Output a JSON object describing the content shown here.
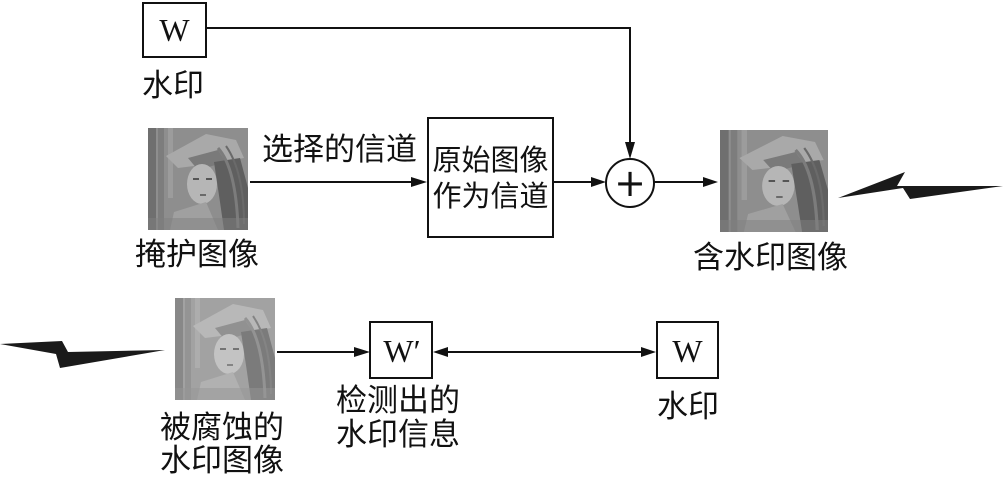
{
  "embedding": {
    "watermark": {
      "box_label": "W",
      "label": "水印"
    },
    "cover": {
      "label": "掩护图像"
    },
    "channel_arrow_label": "选择的信道",
    "channel_box": {
      "line1": "原始图像",
      "line2": "作为信道"
    },
    "adder": "+",
    "watermarked": {
      "label": "含水印图像"
    }
  },
  "detection": {
    "corrupted": {
      "label_line1": "被腐蚀的",
      "label_line2": "水印图像"
    },
    "detected": {
      "box_label": "W′",
      "label_line1": "检测出的",
      "label_line2": "水印信息"
    },
    "original": {
      "box_label": "W",
      "label": "水印"
    }
  },
  "icons": {
    "attack_top": "lightning-icon",
    "attack_bottom": "lightning-icon",
    "images": "lena-image"
  },
  "colors": {
    "line": "#111111",
    "background": "#ffffff"
  }
}
